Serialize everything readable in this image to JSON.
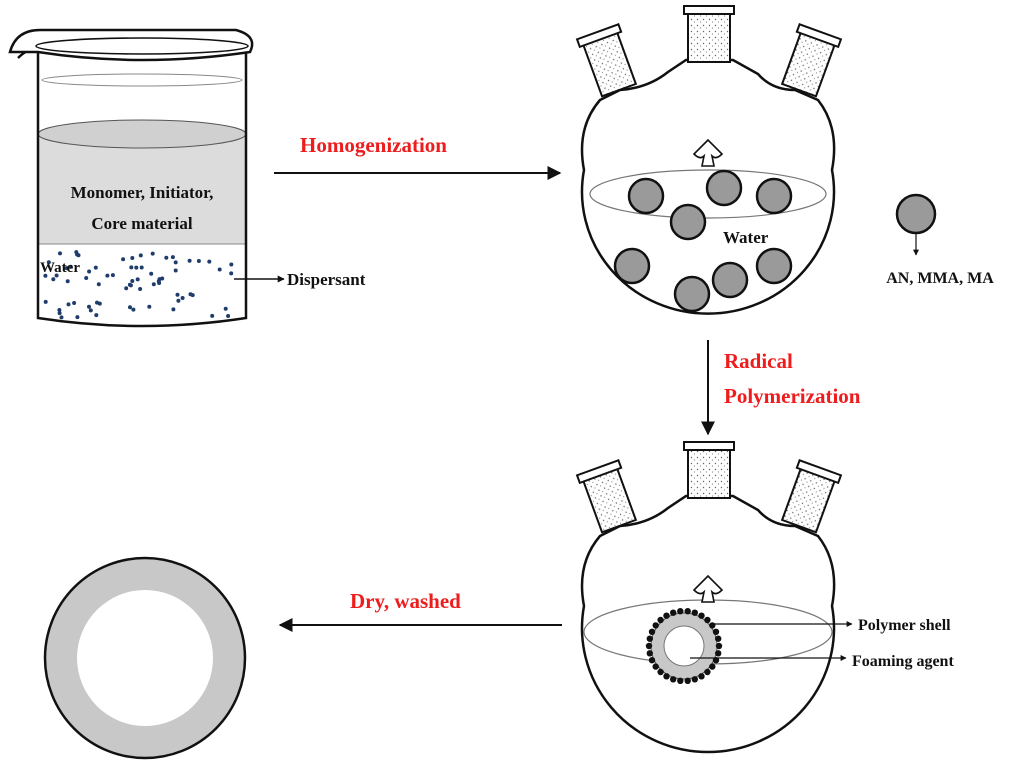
{
  "steps": {
    "homogenization": "Homogenization",
    "radical_line1": "Radical",
    "radical_line2": "Polymerization",
    "dry": "Dry, washed"
  },
  "beaker": {
    "oil_line1": "Monomer, Initiator,",
    "oil_line2": "Core material",
    "water": "Water",
    "dispersant": "Dispersant"
  },
  "flask1": {
    "water": "Water",
    "monomer_legend": "AN, MMA, MA"
  },
  "flask2": {
    "polymer_shell": "Polymer shell",
    "foaming_agent": "Foaming agent"
  },
  "colors": {
    "accent_red": "#ee1c1c",
    "droplet_gray": "#9a9a9a",
    "liquid_gray": "#dcdcdc",
    "shell_gray": "#c8c8c8",
    "dot_blue": "#1f3d6b"
  }
}
